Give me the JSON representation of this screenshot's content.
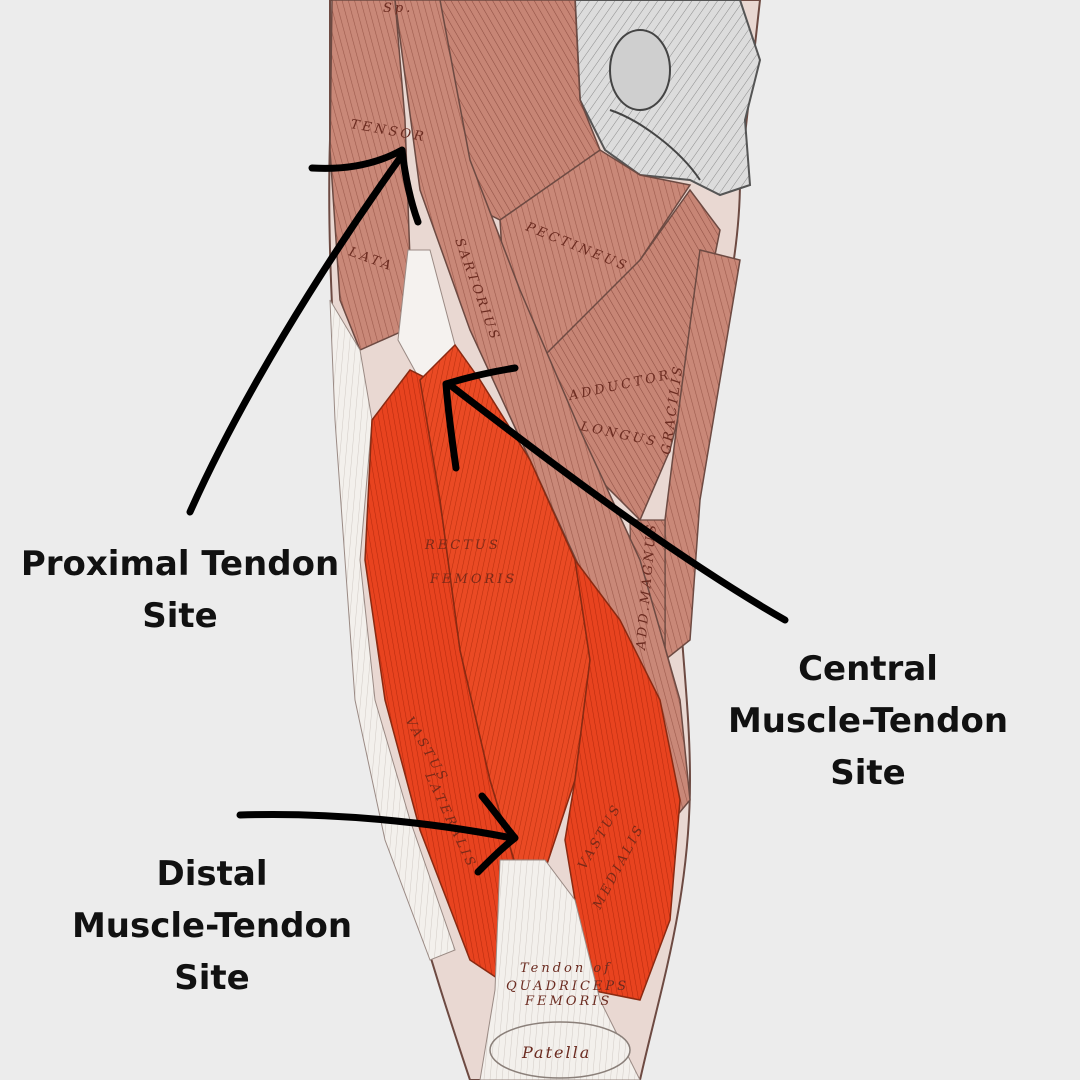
{
  "labels": {
    "proximal": {
      "lines": [
        "Proximal Tendon",
        "Site"
      ]
    },
    "central": {
      "lines": [
        "Central",
        "Muscle-Tendon",
        "Site"
      ]
    },
    "distal": {
      "lines": [
        "Distal",
        "Muscle-Tendon",
        "Site"
      ]
    }
  },
  "muscle_labels": {
    "tensor": "TENSOR",
    "fasciae_lata": "LATA",
    "sartorius": "SARTORIUS",
    "pectineus": "PECTINEUS",
    "adductor_longus_1": "ADDUCTOR",
    "adductor_longus_2": "LONGUS",
    "gracilis": "GRACILIS",
    "rectus_femoris_1": "RECTUS",
    "rectus_femoris_2": "FEMORIS",
    "vastus_lateralis_1": "VASTUS",
    "vastus_lateralis_2": "LATERALIS",
    "vastus_medialis_1": "VASTUS",
    "vastus_medialis_2": "MEDIALIS",
    "adductor_magnus": "ADD.MAGNUS",
    "quad_tendon_1": "Tendon of",
    "quad_tendon_2": "QUADRICEPS",
    "quad_tendon_3": "FEMORIS",
    "patella": "Patella",
    "spine": "Sp."
  },
  "colors": {
    "background": "#ececec",
    "highlight_muscle": "#e8431f",
    "muscle": "#c98878",
    "tendon": "#f4f1ee",
    "arrow": "#000000",
    "text": "#111111"
  }
}
